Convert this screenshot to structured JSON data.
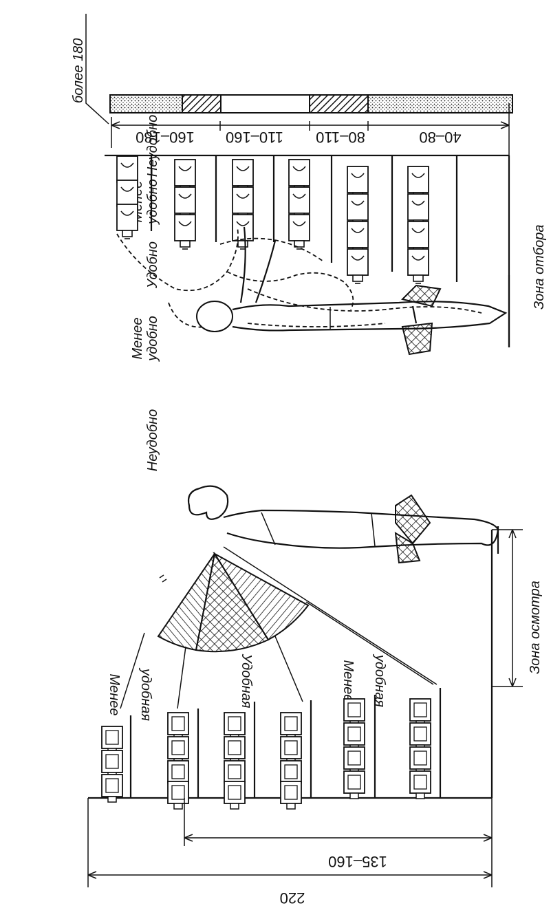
{
  "top_figure": {
    "comfort_bar": [
      "Неудобно",
      "Менее удобно",
      "Удобно",
      "Менее удобно",
      "Неудобно"
    ],
    "comfort_bar_lines": [
      [
        "Неудобно"
      ],
      [
        "Менее",
        "удобно"
      ],
      [
        "Удобно"
      ],
      [
        "Менее",
        "удобно"
      ],
      [
        "Неудобно"
      ]
    ],
    "height_label": "более 180",
    "height_ranges": [
      "160–180",
      "110–160",
      "80–110",
      "40–80"
    ],
    "zone_label": "Зона отбора"
  },
  "bottom_figure": {
    "zone_label": "Зона осмотра",
    "sector_labels": [
      [
        "Менее",
        "удобная"
      ],
      [
        "Удобная"
      ],
      [
        "Менее",
        "удобная"
      ]
    ],
    "dim_total": "220",
    "dim_partial": "135–160"
  },
  "colors": {
    "ink": "#111111",
    "background": "#ffffff"
  },
  "icons": [
    "person-standing-icon",
    "shelf-jar-icon",
    "basket-icon"
  ]
}
